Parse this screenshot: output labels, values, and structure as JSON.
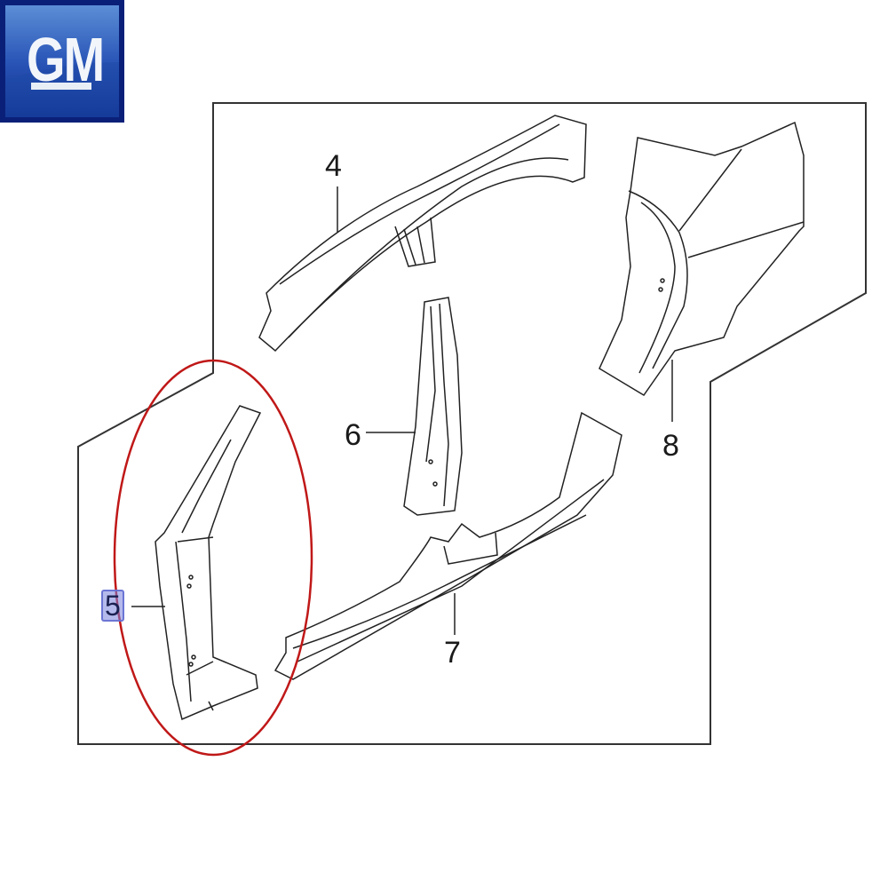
{
  "logo": {
    "brand_text": "GM",
    "colors": {
      "dark_blue": "#0c2a8a",
      "mid_blue": "#2a56b8",
      "light_blue": "#5b8ed6",
      "text": "#f2f6fb"
    }
  },
  "diagram": {
    "title": "Body side panel exploded view",
    "frame_color": "#333333",
    "highlight_ellipse_color": "#c01818",
    "selected_callout": "5",
    "callouts": [
      {
        "id": "4",
        "label": "4",
        "part": "roof side rail"
      },
      {
        "id": "5",
        "label": "5",
        "part": "front pillar (A-pillar)",
        "highlighted": true
      },
      {
        "id": "6",
        "label": "6",
        "part": "center pillar (B-pillar)"
      },
      {
        "id": "7",
        "label": "7",
        "part": "rocker panel / sill"
      },
      {
        "id": "8",
        "label": "8",
        "part": "rear quarter panel"
      }
    ]
  }
}
